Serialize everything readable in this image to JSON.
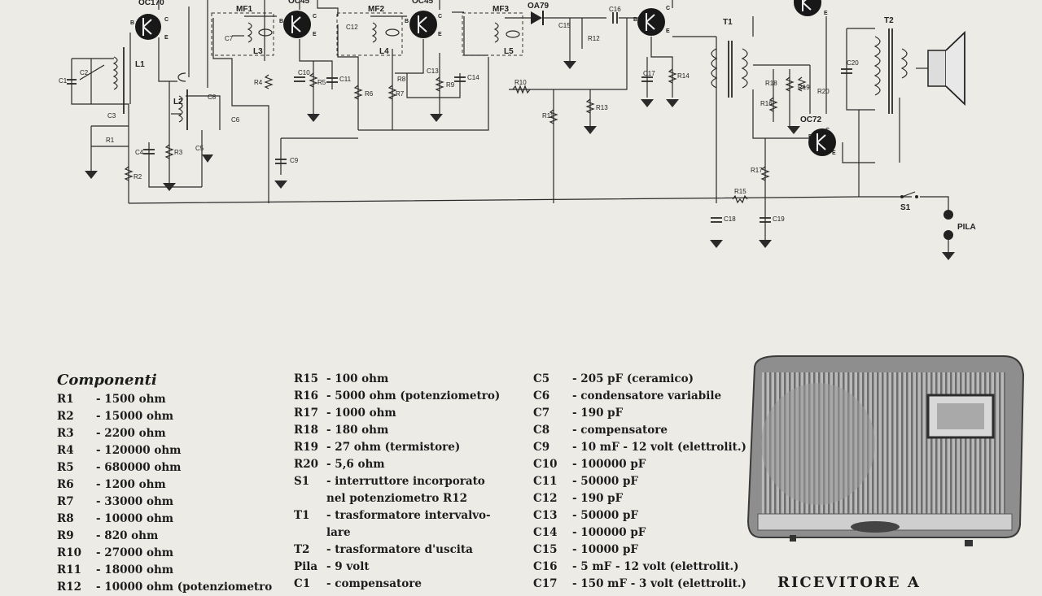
{
  "schematic": {
    "transistors": [
      "OC170",
      "OC45",
      "OC45",
      "OC72",
      "OC72"
    ],
    "diode": "OA79",
    "if_transformers": [
      "MF1",
      "MF2",
      "MF3"
    ],
    "coils": [
      "L1",
      "L2",
      "L3",
      "L4",
      "L5"
    ],
    "transformers": [
      "T1",
      "T2"
    ],
    "resistors": [
      "R1",
      "R2",
      "R3",
      "R4",
      "R5",
      "R6",
      "R7",
      "R8",
      "R9",
      "R10",
      "R11",
      "R12",
      "R13",
      "R14",
      "R15",
      "R16",
      "R17",
      "R18",
      "R19",
      "R20"
    ],
    "capacitors": [
      "C1",
      "C2",
      "C3",
      "C4",
      "C5",
      "C6",
      "C7",
      "C8",
      "C9",
      "C10",
      "C11",
      "C12",
      "C13",
      "C14",
      "C15",
      "C16",
      "C17",
      "C18",
      "C19",
      "C20"
    ],
    "switch": "S1",
    "battery": "PILA",
    "terminals": {
      "neg": "−",
      "pos": "+"
    },
    "pins": {
      "b": "B",
      "c": "C",
      "e": "E"
    }
  },
  "components": {
    "heading": "Componenti",
    "column1": [
      {
        "ref": "R1",
        "desc": "- 1500 ohm"
      },
      {
        "ref": "R2",
        "desc": "- 15000 ohm"
      },
      {
        "ref": "R3",
        "desc": "- 2200 ohm"
      },
      {
        "ref": "R4",
        "desc": "- 120000 ohm"
      },
      {
        "ref": "R5",
        "desc": "- 680000 ohm"
      },
      {
        "ref": "R6",
        "desc": "- 1200 ohm"
      },
      {
        "ref": "R7",
        "desc": "- 33000 ohm"
      },
      {
        "ref": "R8",
        "desc": "- 10000 ohm"
      },
      {
        "ref": "R9",
        "desc": "- 820 ohm"
      },
      {
        "ref": "R10",
        "desc": "- 27000 ohm"
      },
      {
        "ref": "R11",
        "desc": "- 18000 ohm"
      },
      {
        "ref": "R12",
        "desc": "- 10000 ohm (potenziometro"
      }
    ],
    "column2": [
      {
        "ref": "R15",
        "desc": "- 100 ohm"
      },
      {
        "ref": "R16",
        "desc": "- 5000 ohm (potenziometro)"
      },
      {
        "ref": "R17",
        "desc": "- 1000 ohm"
      },
      {
        "ref": "R18",
        "desc": "- 180 ohm"
      },
      {
        "ref": "R19",
        "desc": "- 27 ohm (termistore)"
      },
      {
        "ref": "R20",
        "desc": "- 5,6 ohm"
      },
      {
        "ref": "S1",
        "desc": "- interruttore incorporato"
      },
      {
        "ref": "",
        "desc": "nel potenziometro R12"
      },
      {
        "ref": "T1",
        "desc": "- trasformatore intervalvo-"
      },
      {
        "ref": "",
        "desc": "lare"
      },
      {
        "ref": "T2",
        "desc": "- trasformatore d'uscita"
      },
      {
        "ref": "Pila",
        "desc": "- 9 volt"
      },
      {
        "ref": "C1",
        "desc": "- compensatore"
      }
    ],
    "column3": [
      {
        "ref": "C5",
        "desc": "- 205 pF (ceramico)"
      },
      {
        "ref": "C6",
        "desc": "- condensatore variabile"
      },
      {
        "ref": "C7",
        "desc": "- 190 pF"
      },
      {
        "ref": "C8",
        "desc": "- compensatore"
      },
      {
        "ref": "C9",
        "desc": "- 10 mF - 12 volt (elettrolit.)"
      },
      {
        "ref": "C10",
        "desc": "- 100000 pF"
      },
      {
        "ref": "C11",
        "desc": "- 50000 pF"
      },
      {
        "ref": "C12",
        "desc": "- 190 pF"
      },
      {
        "ref": "C13",
        "desc": "- 50000 pF"
      },
      {
        "ref": "C14",
        "desc": "- 100000 pF"
      },
      {
        "ref": "C15",
        "desc": "- 10000 pF"
      },
      {
        "ref": "C16",
        "desc": "- 5 mF - 12 volt (elettrolit.)"
      },
      {
        "ref": "C17",
        "desc": "- 150 mF - 3 volt (elettrolit.)"
      }
    ]
  },
  "caption": "RICEVITORE A"
}
